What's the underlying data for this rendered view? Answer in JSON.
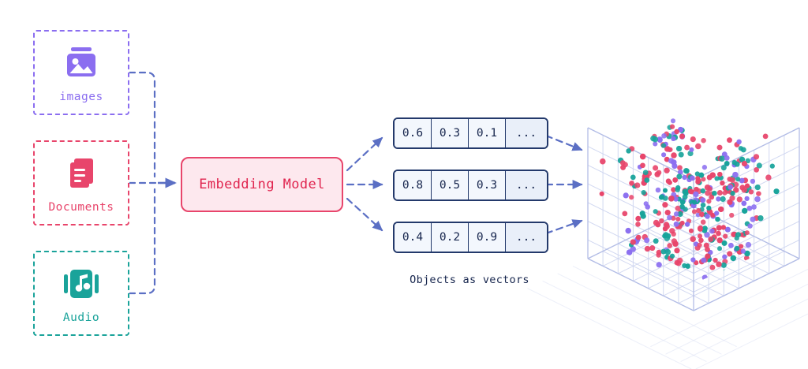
{
  "diagram": {
    "title": "Objects as vectors embedding pipeline",
    "sources": [
      {
        "id": "images",
        "label": "images",
        "icon": "image-icon",
        "color": "#8b6ef0"
      },
      {
        "id": "documents",
        "label": "Documents",
        "icon": "document-icon",
        "color": "#e8456b"
      },
      {
        "id": "audio",
        "label": "Audio",
        "icon": "music-note-icon",
        "color": "#1aa39a"
      }
    ],
    "model": {
      "label": "Embedding Model",
      "fill": "#fde8ee",
      "border": "#e8456b",
      "text_color": "#e0254f"
    },
    "vectors": [
      {
        "cells": [
          "0.6",
          "0.3",
          "0.1",
          "..."
        ]
      },
      {
        "cells": [
          "0.8",
          "0.5",
          "0.3",
          "..."
        ]
      },
      {
        "cells": [
          "0.4",
          "0.2",
          "0.9",
          "..."
        ]
      }
    ],
    "vectors_caption": "Objects as vectors",
    "connector_color": "#5b6fc4",
    "vector_space": {
      "label": "vector-space-cube",
      "grid_color": "#c8d0ee",
      "point_colors": [
        "#e8456b",
        "#16a39a",
        "#8b6ef0"
      ],
      "point_count": 380
    }
  }
}
